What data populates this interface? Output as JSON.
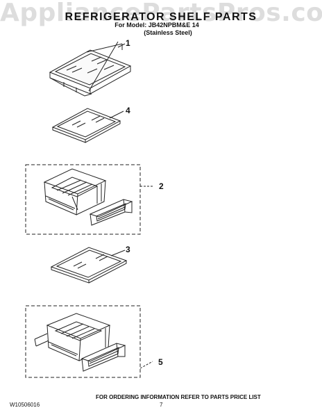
{
  "watermark": "AppliancePartsPros.com",
  "header": {
    "title": "REFRIGERATOR SHELF PARTS",
    "model_line": "For Model: JB42NPBM&E 14",
    "finish": "(Stainless Steel)"
  },
  "callouts": [
    "1",
    "4",
    "2",
    "3",
    "5"
  ],
  "footer": {
    "ordering_note": "FOR ORDERING INFORMATION REFER TO PARTS PRICE LIST",
    "doc_number": "W10506016",
    "page_number": "7"
  }
}
